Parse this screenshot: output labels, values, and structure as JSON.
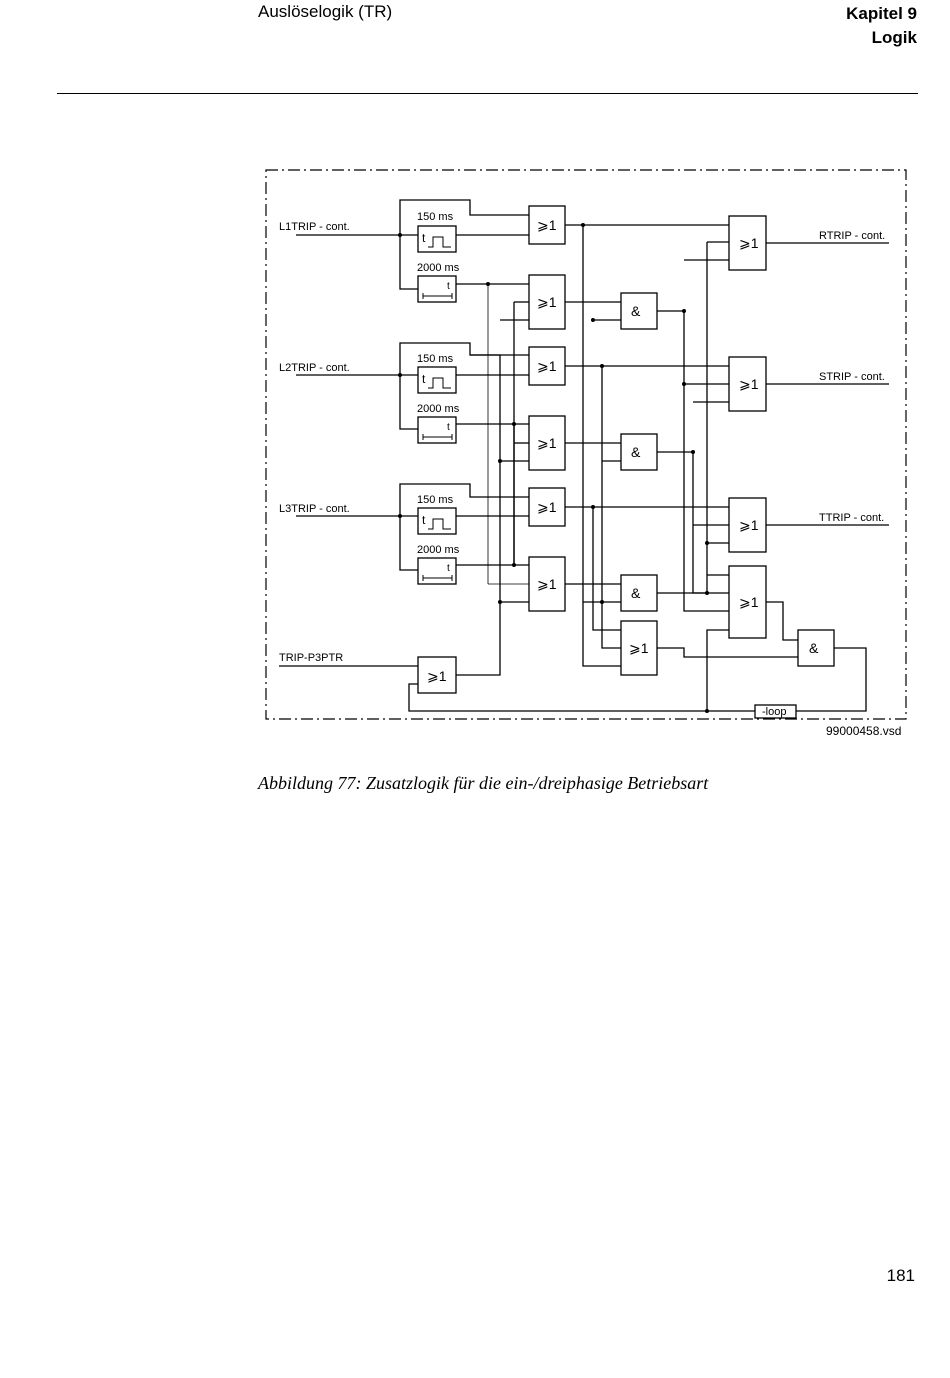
{
  "header": {
    "section": "Auslöselogik (TR)",
    "chapter": "Kapitel 9",
    "chapter_title": "Logik"
  },
  "diagram": {
    "inputs": {
      "l1": "L1TRIP - cont.",
      "l2": "L2TRIP - cont.",
      "l3": "L3TRIP - cont.",
      "p3": "TRIP-P3PTR"
    },
    "outputs": {
      "r": "RTRIP - cont.",
      "s": "STRIP - cont.",
      "t": "TTRIP - cont."
    },
    "timers": {
      "pulse": "150 ms",
      "delay": "2000 ms",
      "t_symbol": "t"
    },
    "gates": {
      "or": "⩾1",
      "and": "&"
    },
    "loop_label": "-loop",
    "file_ref": "99000458.vsd"
  },
  "caption": "Abbildung 77: Zusatzlogik für die ein-/dreiphasige Betriebsart",
  "page_number": "181"
}
